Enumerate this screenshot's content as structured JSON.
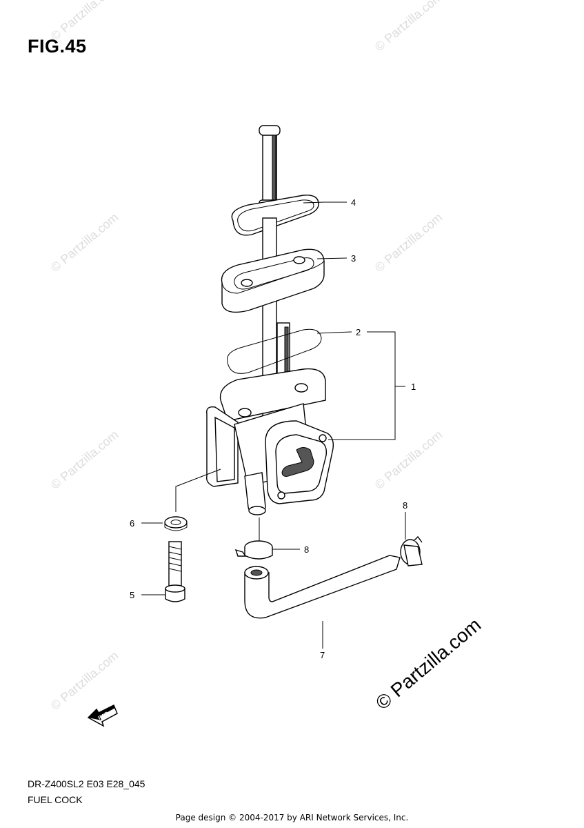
{
  "figure": {
    "title": "FIG.45"
  },
  "model_code": "DR-Z400SL2 E03 E28_045",
  "section_name": "FUEL COCK",
  "footer": "Page design © 2004-2017 by ARI Network Services, Inc.",
  "watermark": {
    "text": "© Partzilla.com"
  },
  "fwd_label": "FWD",
  "callouts": {
    "c1": "1",
    "c2": "2",
    "c3": "3",
    "c4": "4",
    "c5": "5",
    "c6": "6",
    "c7": "7",
    "c8a": "8",
    "c8b": "8"
  }
}
